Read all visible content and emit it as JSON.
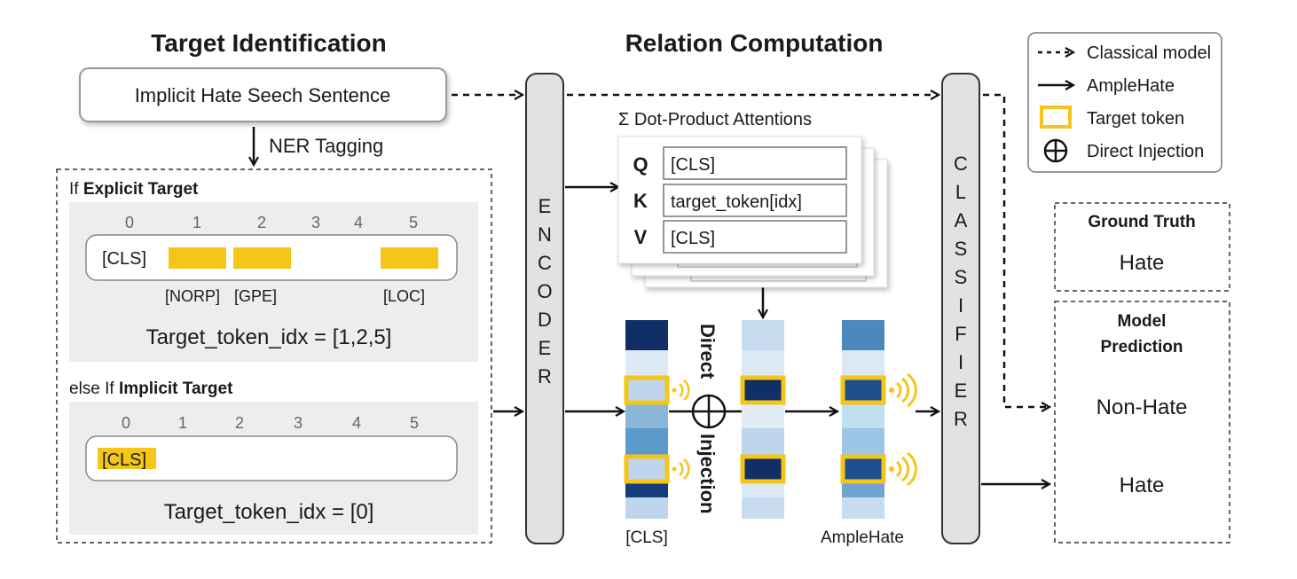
{
  "titles": {
    "target_identification": "Target Identification",
    "relation_computation": "Relation Computation"
  },
  "input": {
    "sentence": "Implicit Hate Seech Sentence",
    "ner_tagging": "NER Tagging"
  },
  "explicit": {
    "prefix": "If ",
    "label": "Explicit Target",
    "indices": [
      "0",
      "1",
      "2",
      "3",
      "4",
      "5"
    ],
    "cls": "[CLS]",
    "tags": [
      "[NORP]",
      "[GPE]",
      "[LOC]"
    ],
    "result": "Target_token_idx = [1,2,5]"
  },
  "implicit": {
    "prefix": "else If ",
    "label": "Implicit Target",
    "indices": [
      "0",
      "1",
      "2",
      "3",
      "4",
      "5"
    ],
    "cls": "[CLS]",
    "result": "Target_token_idx = [0]"
  },
  "encoder": {
    "letters": [
      "E",
      "N",
      "C",
      "O",
      "D",
      "E",
      "R"
    ]
  },
  "classifier": {
    "letters": [
      "C",
      "L",
      "A",
      "S",
      "S",
      "I",
      "F",
      "I",
      "E",
      "R"
    ]
  },
  "attention": {
    "title": "Σ Dot-Product Attentions",
    "rows": [
      {
        "key": "Q",
        "value": "[CLS]"
      },
      {
        "key": "K",
        "value": "target_token[idx]"
      },
      {
        "key": "V",
        "value": "[CLS]"
      }
    ]
  },
  "injection": {
    "top": "Direct",
    "bottom": "Injection"
  },
  "vectors": {
    "cls_label": "[CLS]",
    "amplehate_label": "AmpleHate"
  },
  "legend": {
    "classical": "Classical model",
    "amplehate": "AmpleHate",
    "target_token": "Target token",
    "direct_injection": "Direct Injection"
  },
  "outputs": {
    "ground_truth_title": "Ground Truth",
    "ground_truth_value": "Hate",
    "prediction_title_line1": "Model",
    "prediction_title_line2": "Prediction",
    "prediction_classical": "Non-Hate",
    "prediction_amplehate": "Hate"
  },
  "colors": {
    "target_yellow": "#F5C518",
    "panel_gray": "#EDEDED",
    "bar_gray": "#E2E2E2"
  }
}
